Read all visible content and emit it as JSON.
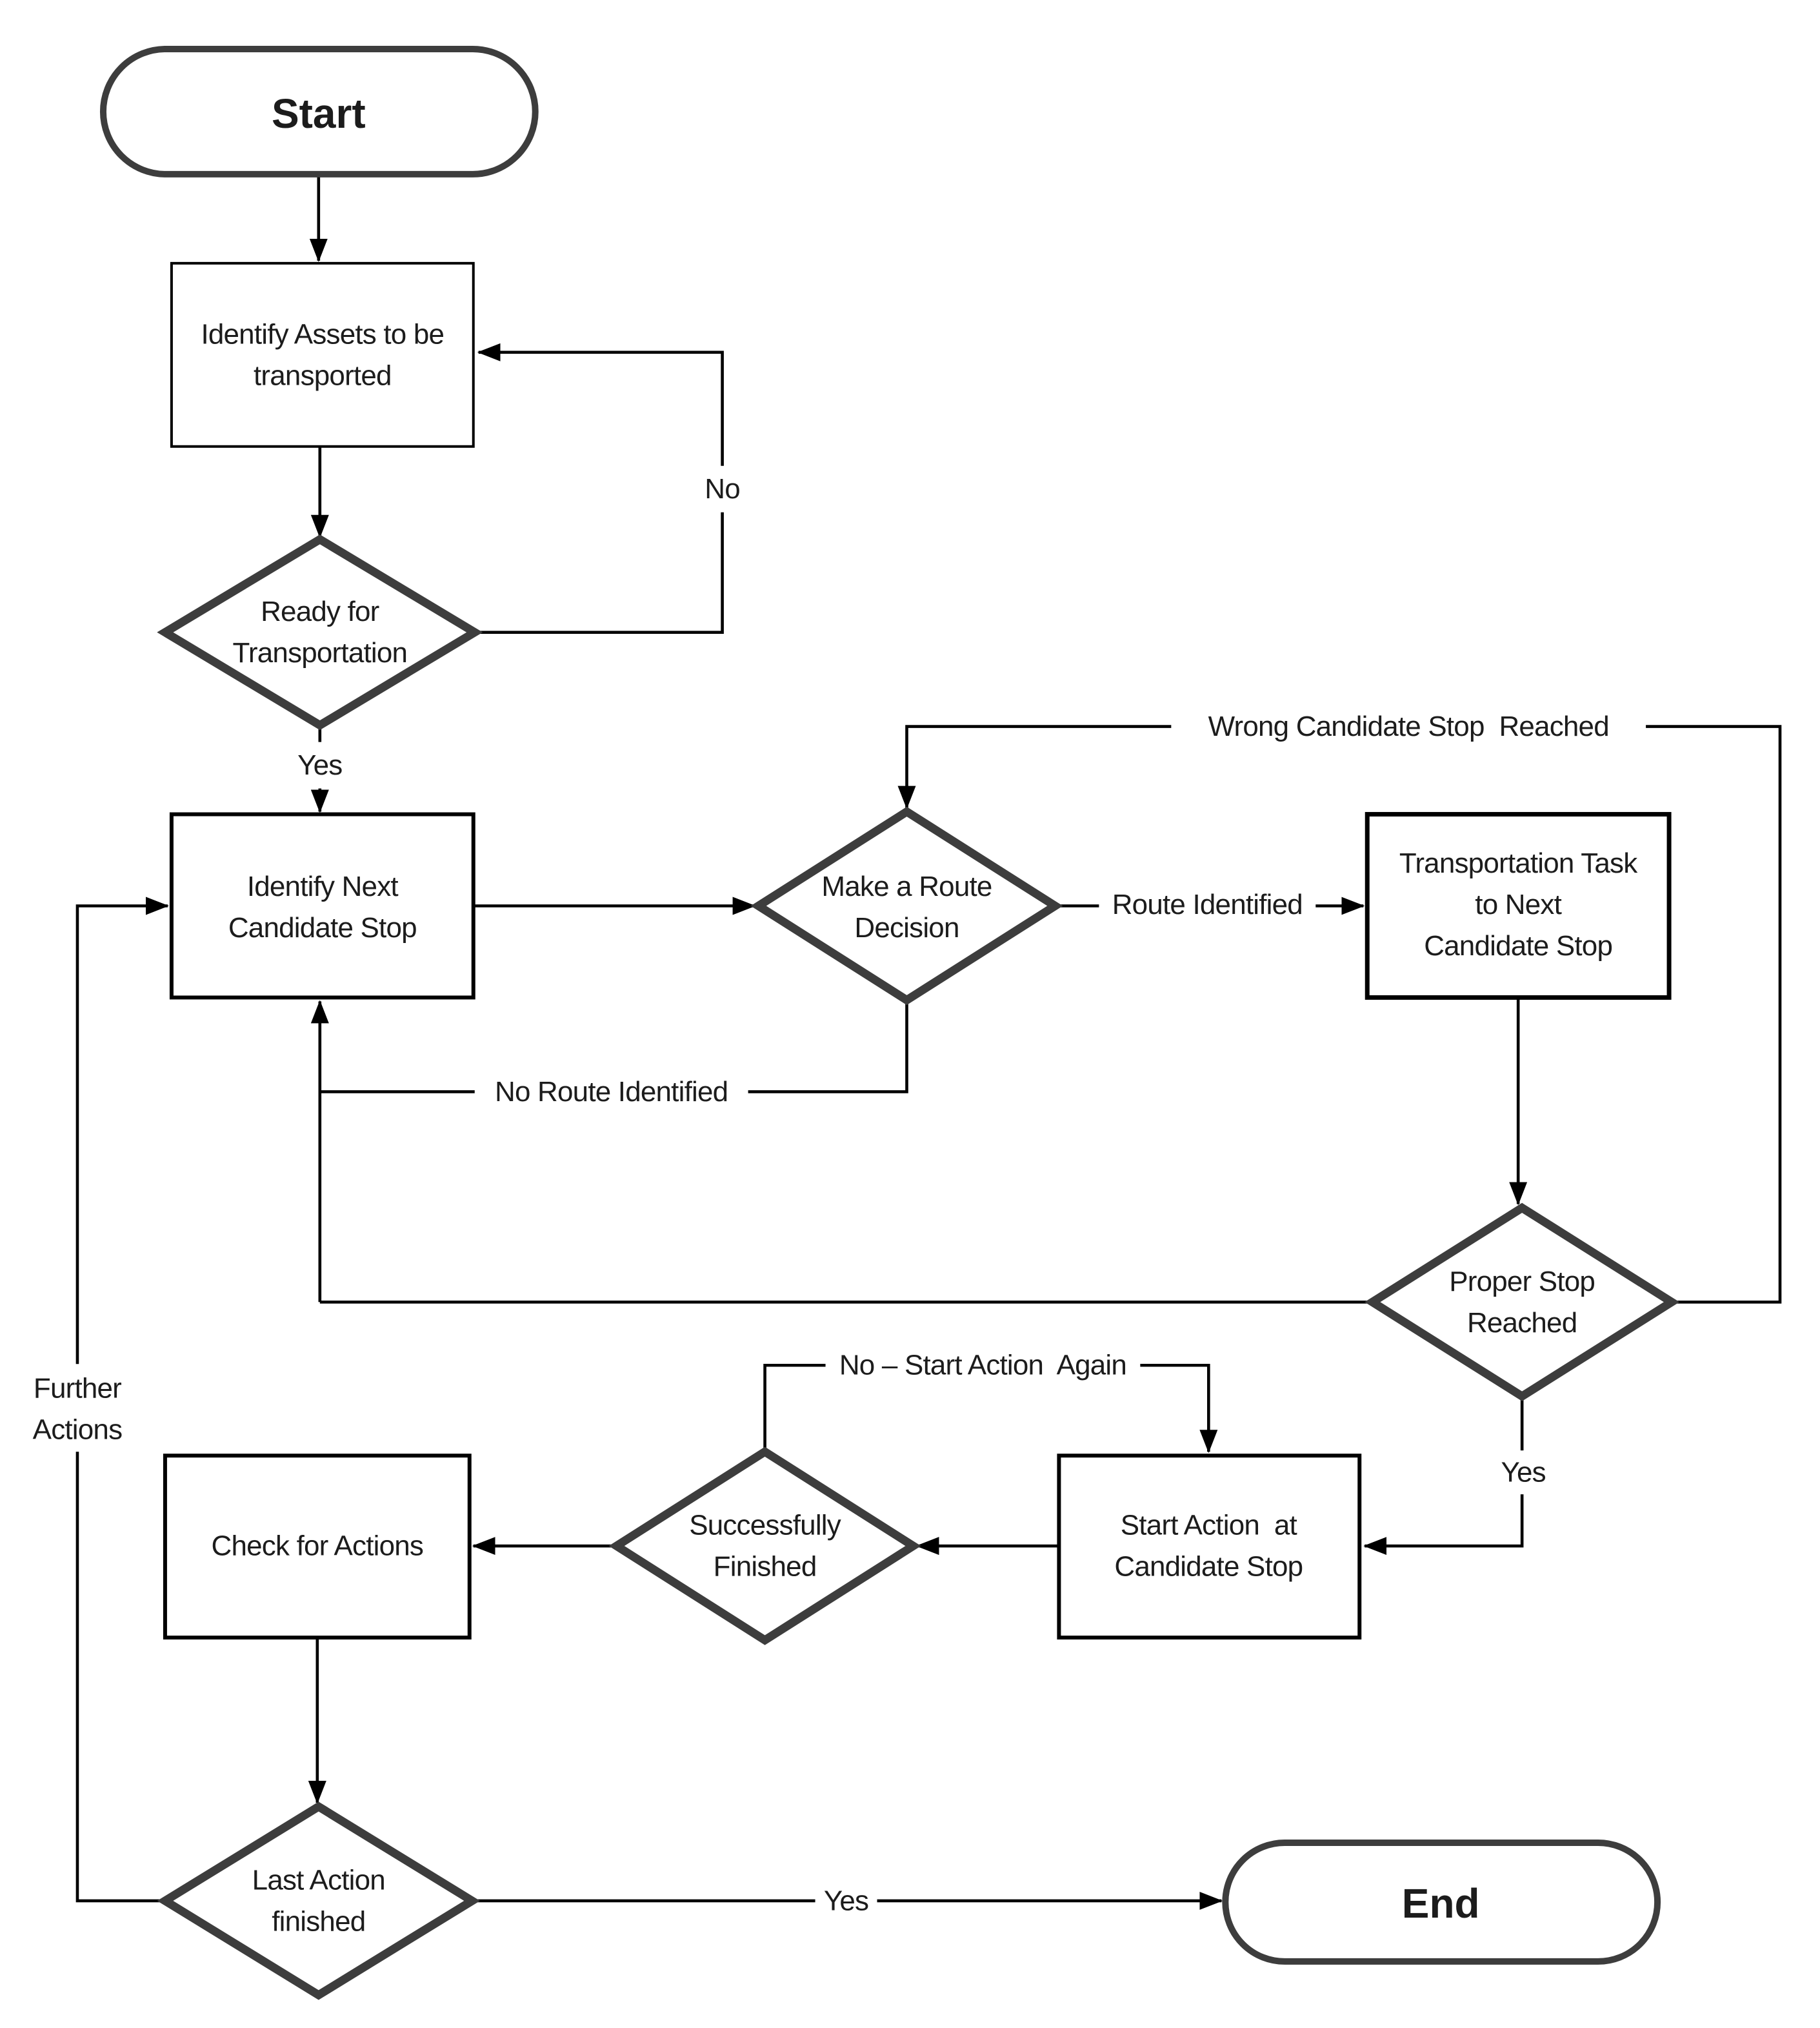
{
  "diagram": {
    "type": "flowchart",
    "background_color": "#ffffff",
    "connector_color": "#000000",
    "shape_outline_color": "#3d3d3d",
    "nodes": {
      "start": {
        "shape": "terminator",
        "label": "Start"
      },
      "identify_assets": {
        "shape": "process",
        "lines": [
          "Identify Assets to be",
          "transported"
        ]
      },
      "ready_for_transportation": {
        "shape": "decision",
        "lines": [
          "Ready for",
          "Transportation"
        ]
      },
      "identify_next_candidate_stop": {
        "shape": "process",
        "lines": [
          "Identify Next",
          "Candidate Stop"
        ]
      },
      "make_route_decision": {
        "shape": "decision",
        "lines": [
          "Make a Route",
          "Decision"
        ]
      },
      "transportation_task": {
        "shape": "process",
        "lines": [
          "Transportation Task",
          "to Next",
          "Candidate Stop"
        ]
      },
      "proper_stop_reached": {
        "shape": "decision",
        "lines": [
          "Proper Stop",
          "Reached"
        ]
      },
      "start_action": {
        "shape": "process",
        "lines": [
          "Start Action  at",
          "Candidate Stop"
        ]
      },
      "successfully_finished": {
        "shape": "decision",
        "lines": [
          "Successfully",
          "Finished"
        ]
      },
      "check_for_actions": {
        "shape": "process",
        "lines": [
          "Check for Actions"
        ]
      },
      "last_action_finished": {
        "shape": "decision",
        "lines": [
          "Last Action",
          "finished"
        ]
      },
      "end": {
        "shape": "terminator",
        "label": "End"
      }
    },
    "edge_labels": {
      "no": "No",
      "yes_ready": "Yes",
      "route_identified": "Route Identified",
      "no_route_identified": "No Route Identified",
      "wrong_candidate_stop": "Wrong Candidate Stop  Reached",
      "yes_proper_stop": "Yes",
      "no_start_action_again": "No – Start Action  Again",
      "further_actions_line1": "Further",
      "further_actions_line2": "Actions",
      "yes_last_action": "Yes"
    },
    "edges": [
      {
        "from": "start",
        "to": "identify_assets",
        "label": ""
      },
      {
        "from": "identify_assets",
        "to": "ready_for_transportation",
        "label": ""
      },
      {
        "from": "ready_for_transportation",
        "to": "identify_assets",
        "label": "No"
      },
      {
        "from": "ready_for_transportation",
        "to": "identify_next_candidate_stop",
        "label": "Yes"
      },
      {
        "from": "identify_next_candidate_stop",
        "to": "make_route_decision",
        "label": ""
      },
      {
        "from": "make_route_decision",
        "to": "transportation_task",
        "label": "Route Identified"
      },
      {
        "from": "make_route_decision",
        "to": "identify_next_candidate_stop",
        "label": "No Route Identified"
      },
      {
        "from": "transportation_task",
        "to": "proper_stop_reached",
        "label": ""
      },
      {
        "from": "proper_stop_reached",
        "to": "make_route_decision",
        "label": "Wrong Candidate Stop  Reached"
      },
      {
        "from": "proper_stop_reached",
        "to": "identify_next_candidate_stop",
        "label": ""
      },
      {
        "from": "proper_stop_reached",
        "to": "start_action",
        "label": "Yes"
      },
      {
        "from": "start_action",
        "to": "successfully_finished",
        "label": ""
      },
      {
        "from": "successfully_finished",
        "to": "start_action",
        "label": "No – Start Action  Again"
      },
      {
        "from": "successfully_finished",
        "to": "check_for_actions",
        "label": ""
      },
      {
        "from": "check_for_actions",
        "to": "last_action_finished",
        "label": ""
      },
      {
        "from": "last_action_finished",
        "to": "identify_next_candidate_stop",
        "label": "Further Actions"
      },
      {
        "from": "last_action_finished",
        "to": "end",
        "label": "Yes"
      }
    ]
  }
}
